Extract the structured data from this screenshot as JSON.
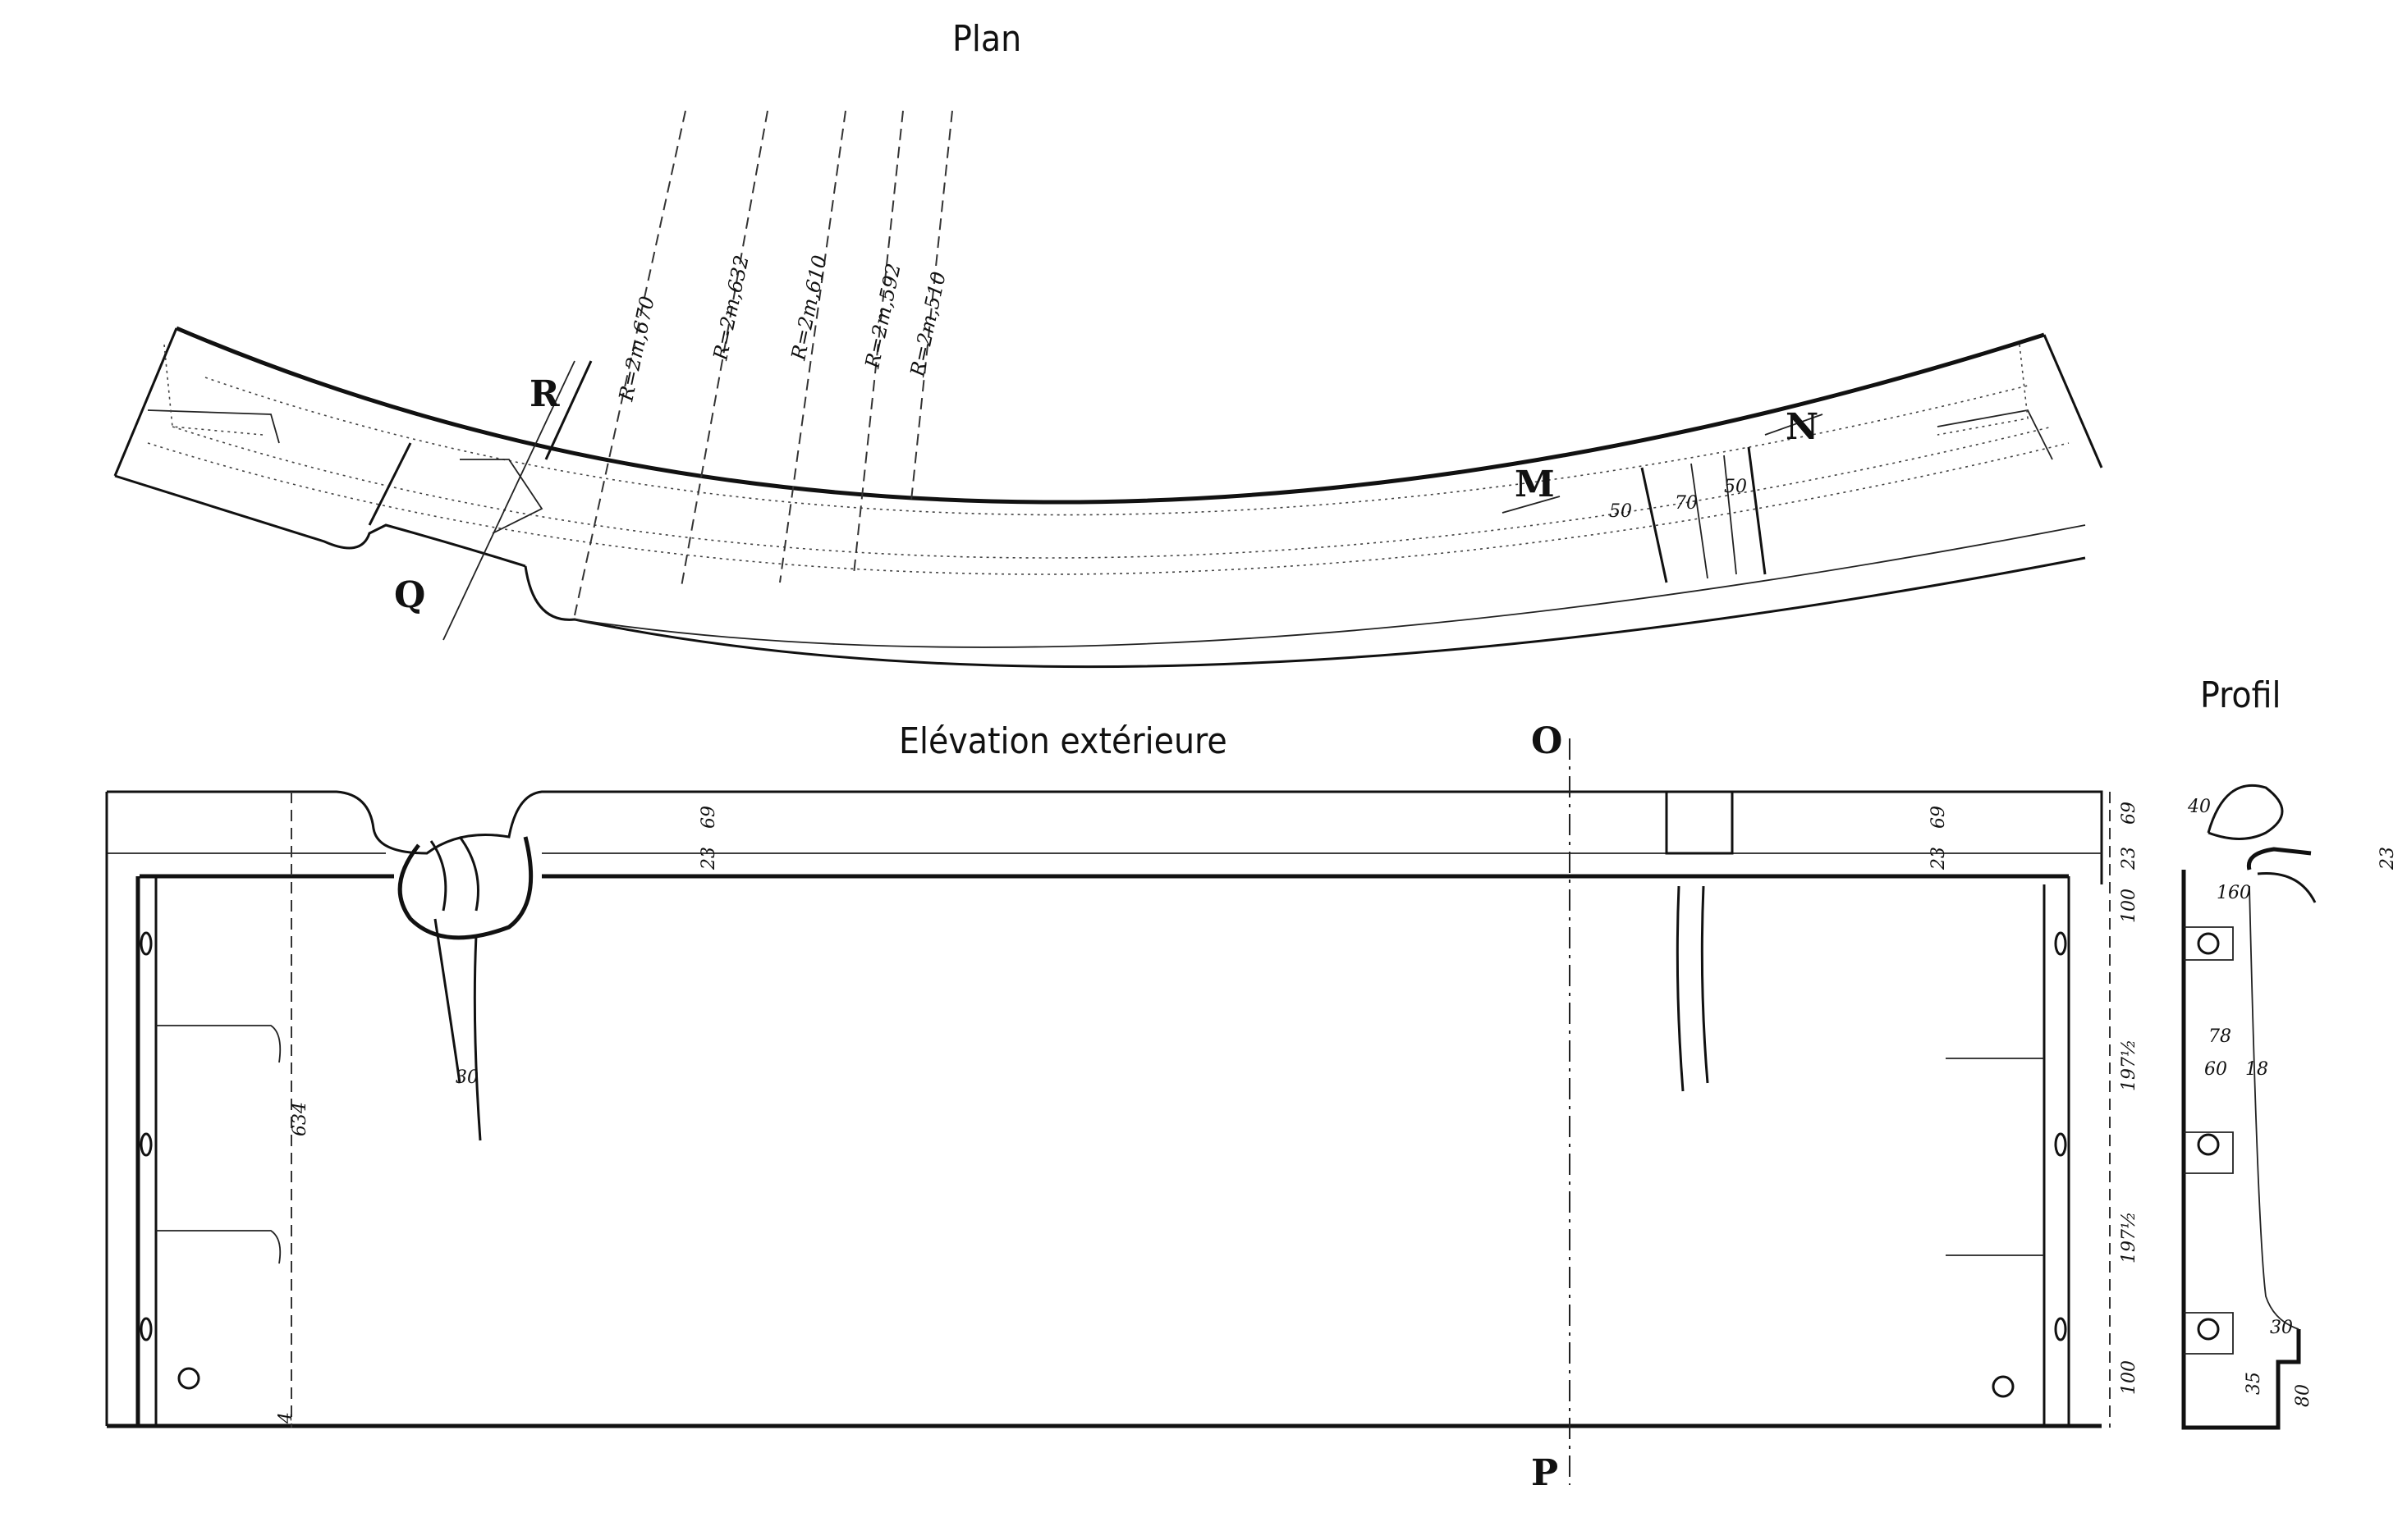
{
  "titles": {
    "plan": "Plan",
    "elevation": "Elévation extérieure",
    "profil": "Profil"
  },
  "section_letters": {
    "R": "R",
    "Q": "Q",
    "M": "M",
    "N": "N",
    "O": "O",
    "P": "P"
  },
  "radii": [
    "R=2m,670",
    "R=2m,632",
    "R=2m,610",
    "R=2m,592",
    "R=2m,510"
  ],
  "plan_dims": {
    "left": "50",
    "center": "70",
    "right": "50"
  },
  "elevation_dims": {
    "height_left": "634",
    "flange_left": "69",
    "web_left": "23",
    "flange_right": "69",
    "web_right": "23",
    "rib": "30",
    "foot": "4"
  },
  "profile_dims": {
    "top": "69",
    "flange": "23",
    "width_top": "40",
    "offset": "23",
    "width_160": "160",
    "row1": "100",
    "row2": "197½",
    "row3": "197½",
    "row4": "100",
    "inner_78": "78",
    "inner_60": "60",
    "inner_18": "18",
    "foot_30": "30",
    "foot_35": "35",
    "foot_80": "80"
  }
}
